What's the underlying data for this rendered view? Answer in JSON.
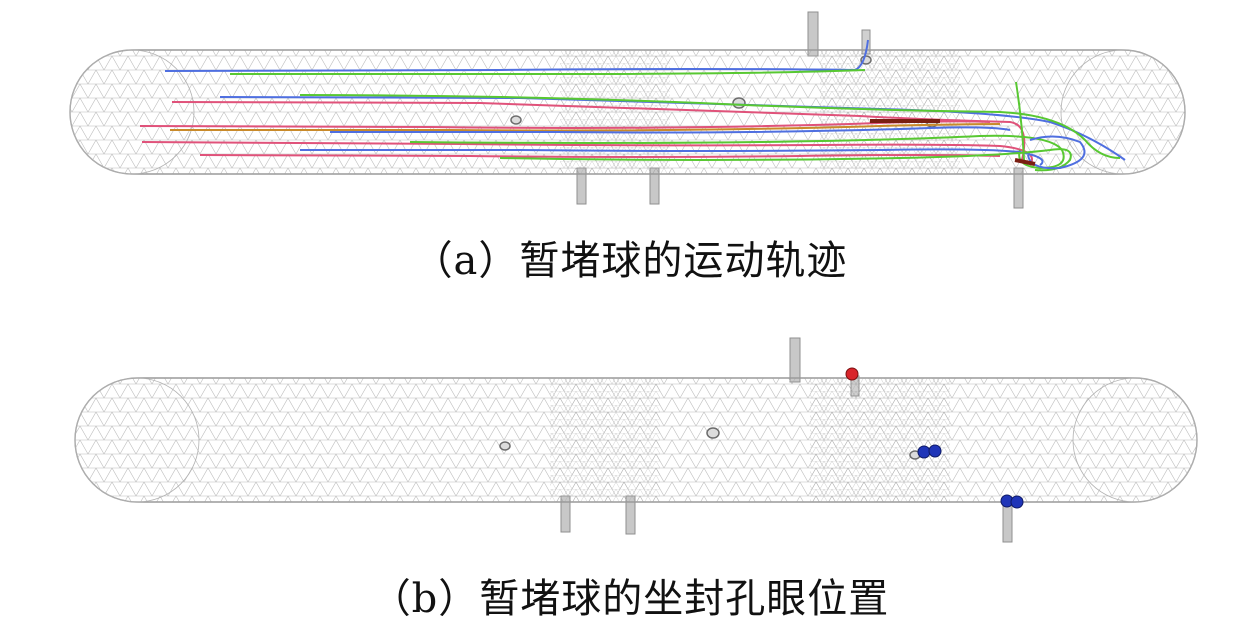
{
  "figure": {
    "panels": [
      {
        "id": "a",
        "caption": "（a）暂堵球的运动轨迹"
      },
      {
        "id": "b",
        "caption": "（b）暂堵球的坐封孔眼位置"
      }
    ]
  },
  "colors": {
    "mesh": "#9a9a9a",
    "perforation": "#b5b5b5",
    "trajectory_green": "#58c832",
    "trajectory_pink": "#e0527a",
    "trajectory_blue": "#4f6fe0",
    "trajectory_orange": "#c98a2a",
    "trajectory_dark_red": "#7a1f12",
    "ball_seated_red": "#d8242a",
    "ball_seated_blue": "#1f35b8"
  }
}
